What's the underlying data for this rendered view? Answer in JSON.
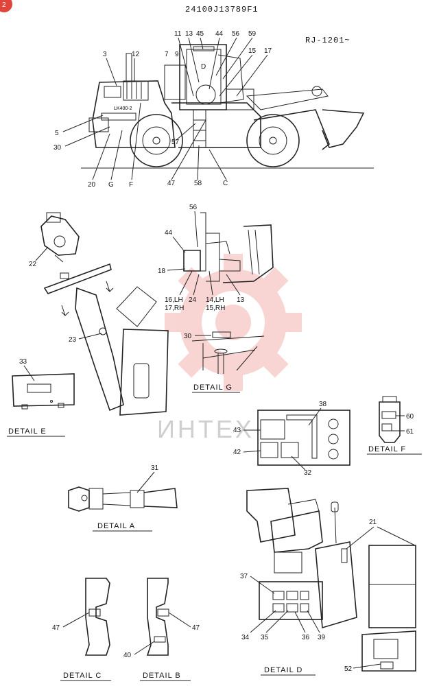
{
  "header": {
    "part_number": "24100J13789F1",
    "serial_range": "RJ-1201~",
    "badge": "2"
  },
  "watermark": {
    "text": "ИНТЕХ",
    "color": "#e0443a"
  },
  "machine": {
    "model_plate": "LK400-2",
    "callouts": [
      "3",
      "12",
      "5",
      "30",
      "20",
      "G",
      "F",
      "11",
      "13",
      "45",
      "44",
      "56",
      "59",
      "7",
      "9",
      "D",
      "15",
      "17",
      "57",
      "47",
      "58",
      "C"
    ]
  },
  "cab_view": {
    "callouts": [
      "56",
      "44",
      "18",
      "16,LH",
      "17,RH",
      "24",
      "14,LH",
      "15,RH",
      "13"
    ]
  },
  "steering": {
    "callouts": [
      "22",
      "23"
    ]
  },
  "details": {
    "e": {
      "title": "DETAIL  E",
      "callouts": [
        "33"
      ]
    },
    "g": {
      "title": "DETAIL  G",
      "callouts": [
        "30"
      ]
    },
    "f": {
      "title": "DETAIL  F",
      "callouts": [
        "60",
        "61"
      ]
    },
    "panel": {
      "callouts": [
        "38",
        "43",
        "42",
        "32"
      ]
    },
    "a": {
      "title": "DETAIL  A",
      "callouts": [
        "31"
      ]
    },
    "c": {
      "title": "DETAIL  C",
      "callouts": [
        "47"
      ]
    },
    "b": {
      "title": "DETAIL  B",
      "callouts": [
        "47",
        "40"
      ]
    },
    "d": {
      "title": "DETAIL  D",
      "callouts": [
        "21",
        "37",
        "34",
        "35",
        "36",
        "39",
        "52"
      ]
    }
  }
}
